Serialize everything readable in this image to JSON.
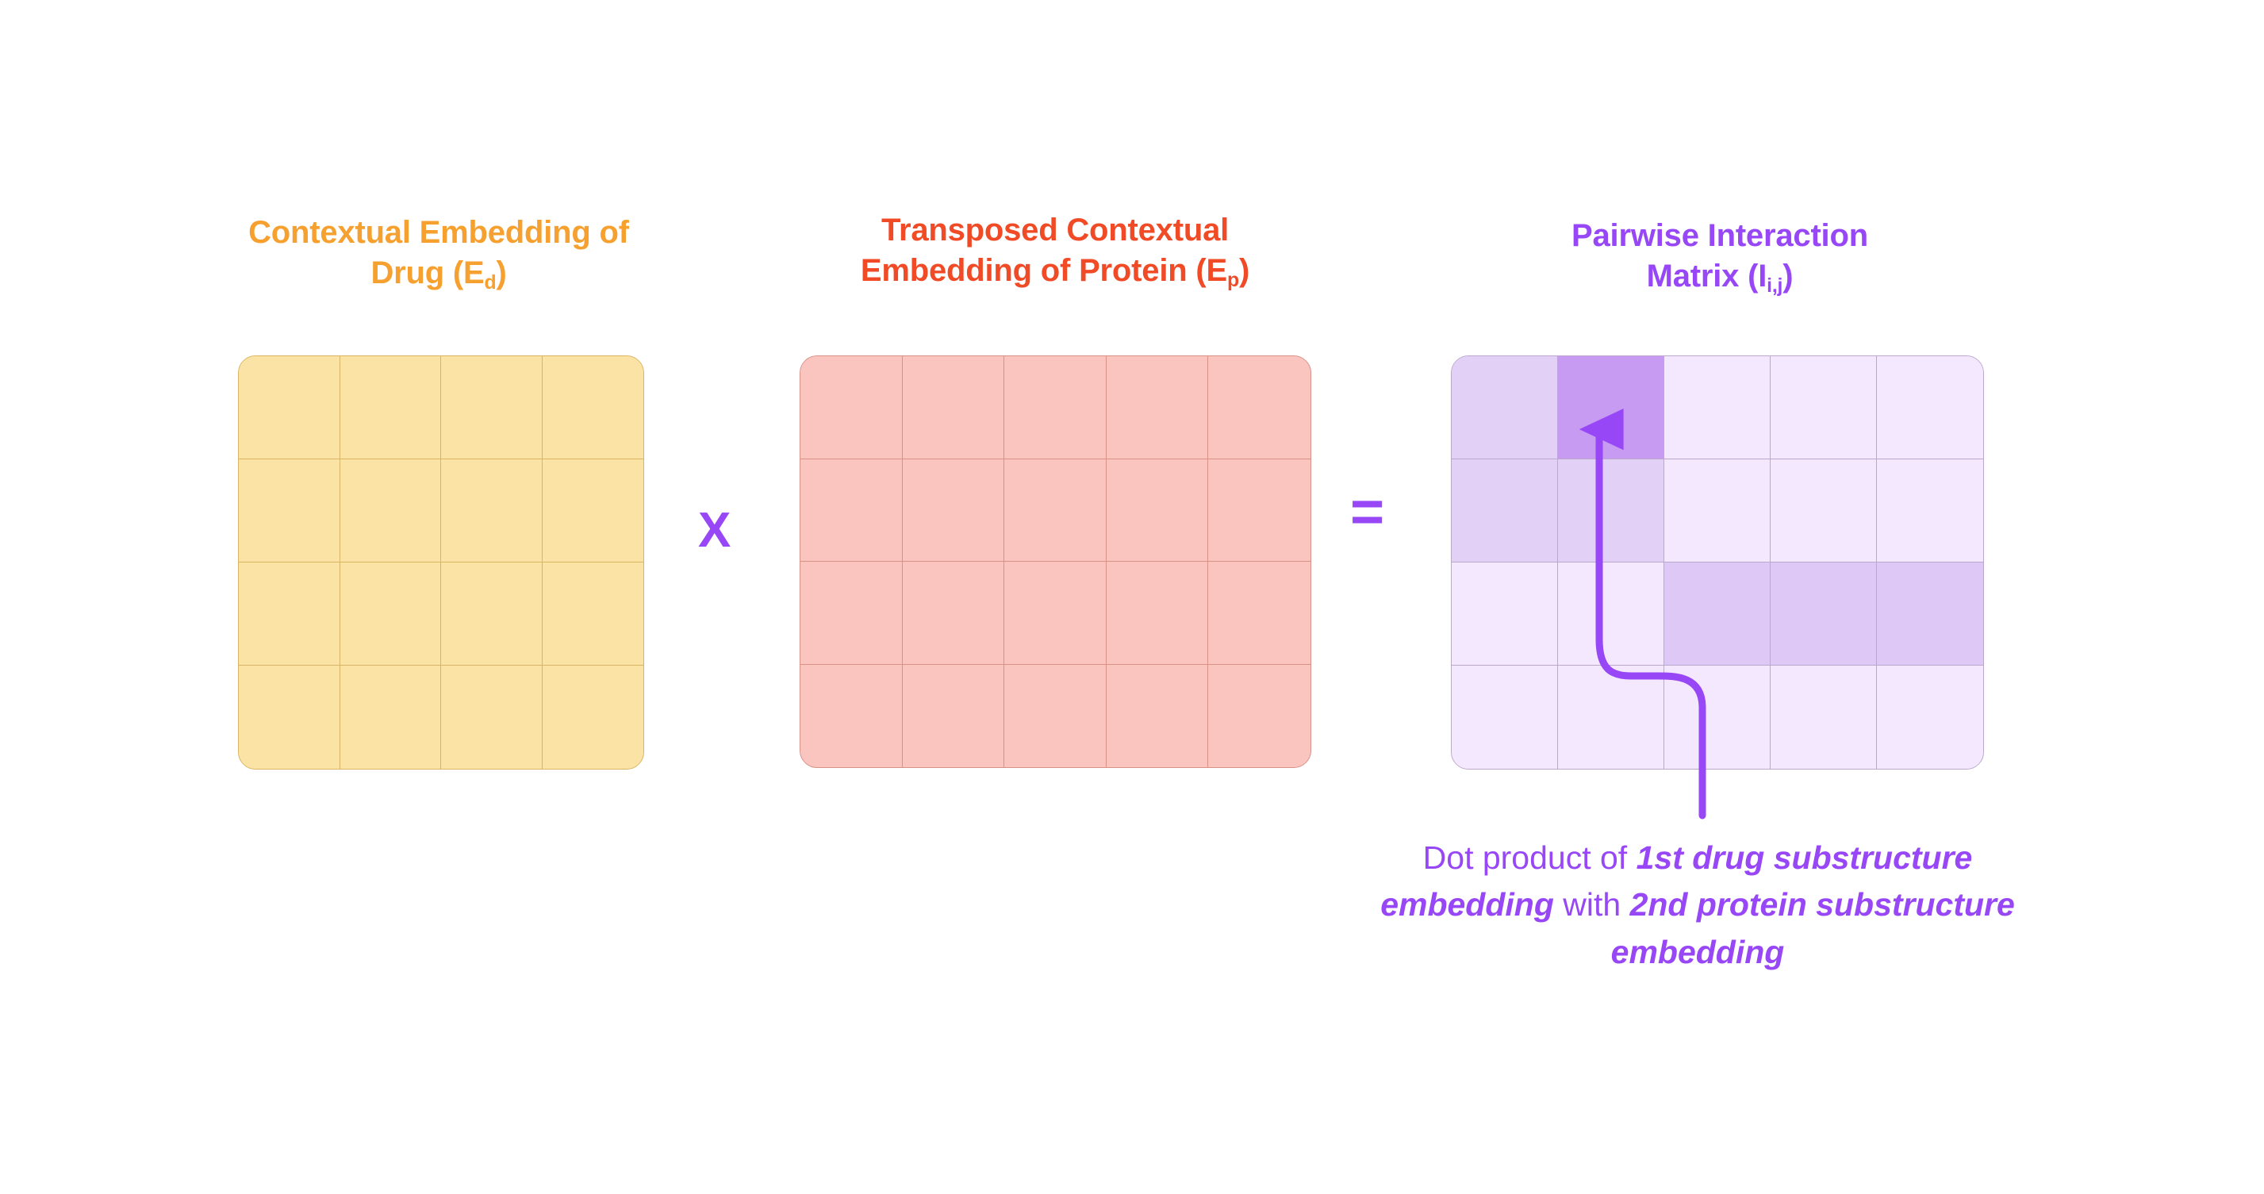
{
  "panels": {
    "drug": {
      "title_line1": "Contextual Embedding of",
      "title_line2_prefix": "Drug (E",
      "title_sub": "d",
      "title_line2_suffix": ")",
      "color": "#F6A02F",
      "grid": {
        "rows": 4,
        "cols": 4,
        "fill": "#FAE3A4",
        "line": "#D9B563"
      }
    },
    "protein": {
      "title_line1": "Transposed Contextual",
      "title_line2_prefix": "Embedding of Protein (E",
      "title_sub": "p",
      "title_line2_suffix": ")",
      "color": "#F04B26",
      "grid": {
        "rows": 4,
        "cols": 5,
        "fill": "#FAC5BE",
        "line": "#D79187"
      }
    },
    "matrix": {
      "title_line1": "Pairwise Interaction",
      "title_line2_prefix": "Matrix (I",
      "title_sub": "i,j",
      "title_line2_suffix": ")",
      "color": "#9747F5",
      "grid": {
        "rows": 4,
        "cols": 5,
        "line": "#BBA8CC",
        "highlight_cell": {
          "row": 1,
          "col": 2
        },
        "cell_colors": [
          [
            "#E2D0F7",
            "#C89BF2",
            "#F3E8FD",
            "#F3E8FD",
            "#F3E8FD"
          ],
          [
            "#E2D0F7",
            "#E2D0F7",
            "#F3E8FD",
            "#F3E8FD",
            "#F3E8FD"
          ],
          [
            "#F3E8FD",
            "#F3E8FD",
            "#DEC8F6",
            "#DEC8F6",
            "#DEC8F6"
          ],
          [
            "#F3E8FD",
            "#F3E8FD",
            "#F3E8FD",
            "#F3E8FD",
            "#F3E8FD"
          ]
        ]
      }
    }
  },
  "operators": {
    "multiply": "X",
    "equals": "=",
    "color": "#9747F5"
  },
  "annotation": {
    "arrow_color": "#9747F5",
    "caption_prefix": "Dot product of ",
    "caption_emphasis_1": "1st drug substructure embedding",
    "caption_middle": " with ",
    "caption_emphasis_2": "2nd protein substructure embedding",
    "caption_suffix": ""
  },
  "chart_data": {
    "type": "diagram",
    "title": "Pairwise interaction matrix via matrix multiplication",
    "operation": "E_d x E_p^T = I_i,j",
    "matrices": [
      {
        "name": "Contextual Embedding of Drug (E_d)",
        "rows": 4,
        "cols": 4,
        "color": "#FAE3A4"
      },
      {
        "name": "Transposed Contextual Embedding of Protein (E_p)",
        "rows": 4,
        "cols": 5,
        "color": "#FAC5BE"
      },
      {
        "name": "Pairwise Interaction Matrix (I_i,j)",
        "rows": 4,
        "cols": 5,
        "color": "#E2D0F7"
      }
    ],
    "highlighted_cell": {
      "row": 1,
      "col": 2,
      "meaning": "Dot product of 1st drug substructure embedding with 2nd protein substructure embedding"
    },
    "intensity_grid": [
      [
        0.45,
        0.85,
        0.08,
        0.08,
        0.08
      ],
      [
        0.45,
        0.45,
        0.08,
        0.08,
        0.08
      ],
      [
        0.08,
        0.08,
        0.55,
        0.55,
        0.55
      ],
      [
        0.08,
        0.08,
        0.08,
        0.08,
        0.08
      ]
    ]
  }
}
